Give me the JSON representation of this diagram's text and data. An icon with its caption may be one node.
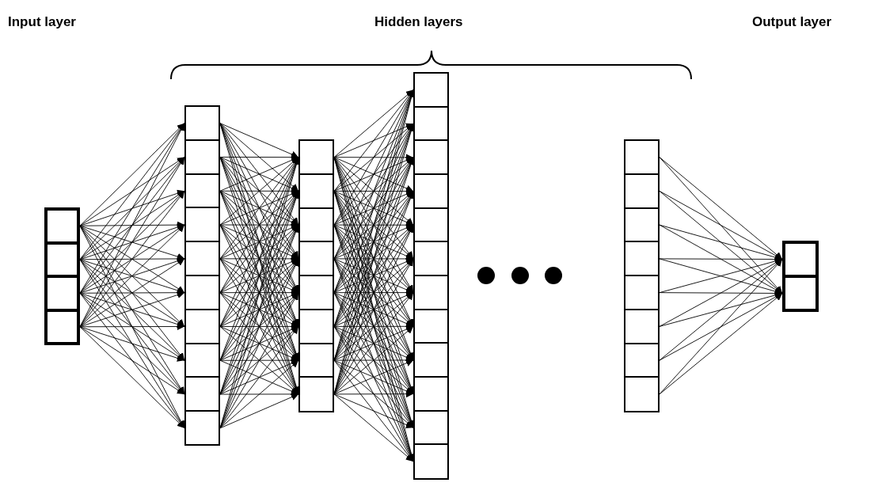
{
  "diagram": {
    "nodes": [
      {
        "text": [],
        "shape": "box"
      },
      {
        "text": [],
        "shape": "box"
      },
      {
        "text": [],
        "shape": "box"
      },
      {
        "text": [],
        "shape": "box"
      },
      {
        "text": [],
        "shape": "box"
      },
      {
        "text": [],
        "shape": "box"
      },
      {
        "text": [],
        "shape": "box"
      },
      {
        "text": [],
        "shape": "box"
      },
      {
        "text": [],
        "shape": "box"
      },
      {
        "text": [],
        "shape": "box"
      },
      {
        "text": [],
        "shape": "box"
      },
      {
        "text": [],
        "shape": "box"
      },
      {
        "text": [],
        "shape": "box"
      },
      {
        "text": [],
        "shape": "box"
      },
      {
        "text": [],
        "shape": "box"
      },
      {
        "text": [],
        "shape": "box"
      },
      {
        "text": [],
        "shape": "box"
      },
      {
        "text": [],
        "shape": "box"
      },
      {
        "text": [],
        "shape": "box"
      },
      {
        "text": [],
        "shape": "box"
      },
      {
        "text": [],
        "shape": "box"
      },
      {
        "text": [],
        "shape": "box"
      },
      {
        "text": [],
        "shape": "box"
      },
      {
        "text": [],
        "shape": "box"
      },
      {
        "text": [],
        "shape": "box"
      },
      {
        "text": [],
        "shape": "box"
      },
      {
        "text": [],
        "shape": "box"
      },
      {
        "text": [],
        "shape": "box"
      },
      {
        "text": [],
        "shape": "box"
      },
      {
        "text": [],
        "shape": "box"
      },
      {
        "text": [],
        "shape": "box"
      },
      {
        "text": [],
        "shape": "box"
      },
      {
        "text": [],
        "shape": "box"
      },
      {
        "text": [],
        "shape": "box"
      },
      {
        "text": [],
        "shape": "box"
      },
      {
        "text": [],
        "shape": "box"
      },
      {
        "text": [],
        "shape": "box"
      },
      {
        "text": [],
        "shape": "box"
      },
      {
        "text": [],
        "shape": "box"
      },
      {
        "text": [],
        "shape": "box"
      },
      {
        "text": [],
        "shape": "box"
      },
      {
        "text": [],
        "shape": "box"
      },
      {
        "text": [],
        "shape": "box"
      },
      {
        "text": [],
        "shape": "box"
      }
    ],
    "edges": [
      {
        "from": 0,
        "to": 4,
        "arrow": "to"
      },
      {
        "from": 0,
        "to": 5,
        "arrow": "to"
      },
      {
        "from": 0,
        "to": 6,
        "arrow": "to"
      },
      {
        "from": 0,
        "to": 7,
        "arrow": "to"
      },
      {
        "from": 0,
        "to": 8,
        "arrow": "to"
      },
      {
        "from": 0,
        "to": 9,
        "arrow": "to"
      },
      {
        "from": 0,
        "to": 10,
        "arrow": "to"
      },
      {
        "from": 0,
        "to": 11,
        "arrow": "to"
      },
      {
        "from": 0,
        "to": 12,
        "arrow": "to"
      },
      {
        "from": 0,
        "to": 13,
        "arrow": "to"
      },
      {
        "from": 1,
        "to": 4,
        "arrow": "to"
      },
      {
        "from": 1,
        "to": 5,
        "arrow": "to"
      },
      {
        "from": 1,
        "to": 6,
        "arrow": "to"
      },
      {
        "from": 1,
        "to": 7,
        "arrow": "to"
      },
      {
        "from": 1,
        "to": 8,
        "arrow": "to"
      },
      {
        "from": 1,
        "to": 9,
        "arrow": "to"
      },
      {
        "from": 1,
        "to": 10,
        "arrow": "to"
      },
      {
        "from": 1,
        "to": 11,
        "arrow": "to"
      },
      {
        "from": 1,
        "to": 12,
        "arrow": "to"
      },
      {
        "from": 1,
        "to": 13,
        "arrow": "to"
      },
      {
        "from": 2,
        "to": 4,
        "arrow": "to"
      },
      {
        "from": 2,
        "to": 5,
        "arrow": "to"
      },
      {
        "from": 2,
        "to": 6,
        "arrow": "to"
      },
      {
        "from": 2,
        "to": 7,
        "arrow": "to"
      },
      {
        "from": 2,
        "to": 8,
        "arrow": "to"
      },
      {
        "from": 2,
        "to": 9,
        "arrow": "to"
      },
      {
        "from": 2,
        "to": 10,
        "arrow": "to"
      },
      {
        "from": 2,
        "to": 11,
        "arrow": "to"
      },
      {
        "from": 2,
        "to": 12,
        "arrow": "to"
      },
      {
        "from": 2,
        "to": 13,
        "arrow": "to"
      },
      {
        "from": 3,
        "to": 4,
        "arrow": "to"
      },
      {
        "from": 3,
        "to": 5,
        "arrow": "to"
      },
      {
        "from": 3,
        "to": 6,
        "arrow": "to"
      },
      {
        "from": 3,
        "to": 7,
        "arrow": "to"
      },
      {
        "from": 3,
        "to": 8,
        "arrow": "to"
      },
      {
        "from": 3,
        "to": 9,
        "arrow": "to"
      },
      {
        "from": 3,
        "to": 10,
        "arrow": "to"
      },
      {
        "from": 3,
        "to": 11,
        "arrow": "to"
      },
      {
        "from": 3,
        "to": 12,
        "arrow": "to"
      },
      {
        "from": 3,
        "to": 13,
        "arrow": "to"
      },
      {
        "from": 4,
        "to": 14,
        "arrow": "to"
      },
      {
        "from": 4,
        "to": 15,
        "arrow": "to"
      },
      {
        "from": 4,
        "to": 16,
        "arrow": "to"
      },
      {
        "from": 4,
        "to": 17,
        "arrow": "to"
      },
      {
        "from": 4,
        "to": 18,
        "arrow": "to"
      },
      {
        "from": 4,
        "to": 19,
        "arrow": "to"
      },
      {
        "from": 4,
        "to": 20,
        "arrow": "to"
      },
      {
        "from": 4,
        "to": 21,
        "arrow": "to"
      },
      {
        "from": 5,
        "to": 14,
        "arrow": "to"
      },
      {
        "from": 5,
        "to": 15,
        "arrow": "to"
      },
      {
        "from": 5,
        "to": 16,
        "arrow": "to"
      },
      {
        "from": 5,
        "to": 17,
        "arrow": "to"
      },
      {
        "from": 5,
        "to": 18,
        "arrow": "to"
      },
      {
        "from": 5,
        "to": 19,
        "arrow": "to"
      },
      {
        "from": 5,
        "to": 20,
        "arrow": "to"
      },
      {
        "from": 5,
        "to": 21,
        "arrow": "to"
      },
      {
        "from": 6,
        "to": 14,
        "arrow": "to"
      },
      {
        "from": 6,
        "to": 15,
        "arrow": "to"
      },
      {
        "from": 6,
        "to": 16,
        "arrow": "to"
      },
      {
        "from": 6,
        "to": 17,
        "arrow": "to"
      },
      {
        "from": 6,
        "to": 18,
        "arrow": "to"
      },
      {
        "from": 6,
        "to": 19,
        "arrow": "to"
      },
      {
        "from": 6,
        "to": 20,
        "arrow": "to"
      },
      {
        "from": 6,
        "to": 21,
        "arrow": "to"
      },
      {
        "from": 7,
        "to": 14,
        "arrow": "to"
      },
      {
        "from": 7,
        "to": 15,
        "arrow": "to"
      },
      {
        "from": 7,
        "to": 16,
        "arrow": "to"
      },
      {
        "from": 7,
        "to": 17,
        "arrow": "to"
      },
      {
        "from": 7,
        "to": 18,
        "arrow": "to"
      },
      {
        "from": 7,
        "to": 19,
        "arrow": "to"
      },
      {
        "from": 7,
        "to": 20,
        "arrow": "to"
      },
      {
        "from": 7,
        "to": 21,
        "arrow": "to"
      },
      {
        "from": 8,
        "to": 14,
        "arrow": "to"
      },
      {
        "from": 8,
        "to": 15,
        "arrow": "to"
      },
      {
        "from": 8,
        "to": 16,
        "arrow": "to"
      },
      {
        "from": 8,
        "to": 17,
        "arrow": "to"
      },
      {
        "from": 8,
        "to": 18,
        "arrow": "to"
      },
      {
        "from": 8,
        "to": 19,
        "arrow": "to"
      },
      {
        "from": 8,
        "to": 20,
        "arrow": "to"
      },
      {
        "from": 8,
        "to": 21,
        "arrow": "to"
      },
      {
        "from": 9,
        "to": 14,
        "arrow": "to"
      },
      {
        "from": 9,
        "to": 15,
        "arrow": "to"
      },
      {
        "from": 9,
        "to": 16,
        "arrow": "to"
      },
      {
        "from": 9,
        "to": 17,
        "arrow": "to"
      },
      {
        "from": 9,
        "to": 18,
        "arrow": "to"
      },
      {
        "from": 9,
        "to": 19,
        "arrow": "to"
      },
      {
        "from": 9,
        "to": 20,
        "arrow": "to"
      },
      {
        "from": 9,
        "to": 21,
        "arrow": "to"
      },
      {
        "from": 10,
        "to": 14,
        "arrow": "to"
      },
      {
        "from": 10,
        "to": 15,
        "arrow": "to"
      },
      {
        "from": 10,
        "to": 16,
        "arrow": "to"
      },
      {
        "from": 10,
        "to": 17,
        "arrow": "to"
      },
      {
        "from": 10,
        "to": 18,
        "arrow": "to"
      },
      {
        "from": 10,
        "to": 19,
        "arrow": "to"
      },
      {
        "from": 10,
        "to": 20,
        "arrow": "to"
      },
      {
        "from": 10,
        "to": 21,
        "arrow": "to"
      },
      {
        "from": 11,
        "to": 14,
        "arrow": "to"
      },
      {
        "from": 11,
        "to": 15,
        "arrow": "to"
      },
      {
        "from": 11,
        "to": 16,
        "arrow": "to"
      },
      {
        "from": 11,
        "to": 17,
        "arrow": "to"
      },
      {
        "from": 11,
        "to": 18,
        "arrow": "to"
      },
      {
        "from": 11,
        "to": 19,
        "arrow": "to"
      },
      {
        "from": 11,
        "to": 20,
        "arrow": "to"
      },
      {
        "from": 11,
        "to": 21,
        "arrow": "to"
      },
      {
        "from": 12,
        "to": 14,
        "arrow": "to"
      },
      {
        "from": 12,
        "to": 15,
        "arrow": "to"
      },
      {
        "from": 12,
        "to": 16,
        "arrow": "to"
      },
      {
        "from": 12,
        "to": 17,
        "arrow": "to"
      },
      {
        "from": 12,
        "to": 18,
        "arrow": "to"
      },
      {
        "from": 12,
        "to": 19,
        "arrow": "to"
      },
      {
        "from": 12,
        "to": 20,
        "arrow": "to"
      },
      {
        "from": 12,
        "to": 21,
        "arrow": "to"
      },
      {
        "from": 13,
        "to": 14,
        "arrow": "to"
      },
      {
        "from": 13,
        "to": 15,
        "arrow": "to"
      },
      {
        "from": 13,
        "to": 16,
        "arrow": "to"
      },
      {
        "from": 13,
        "to": 17,
        "arrow": "to"
      },
      {
        "from": 13,
        "to": 18,
        "arrow": "to"
      },
      {
        "from": 13,
        "to": 19,
        "arrow": "to"
      },
      {
        "from": 13,
        "to": 20,
        "arrow": "to"
      },
      {
        "from": 13,
        "to": 21,
        "arrow": "to"
      },
      {
        "from": 14,
        "to": 22,
        "arrow": "to"
      },
      {
        "from": 14,
        "to": 23,
        "arrow": "to"
      },
      {
        "from": 14,
        "to": 24,
        "arrow": "to"
      },
      {
        "from": 14,
        "to": 25,
        "arrow": "to"
      },
      {
        "from": 14,
        "to": 26,
        "arrow": "to"
      },
      {
        "from": 14,
        "to": 27,
        "arrow": "to"
      },
      {
        "from": 14,
        "to": 28,
        "arrow": "to"
      },
      {
        "from": 14,
        "to": 29,
        "arrow": "to"
      },
      {
        "from": 14,
        "to": 30,
        "arrow": "to"
      },
      {
        "from": 14,
        "to": 31,
        "arrow": "to"
      },
      {
        "from": 14,
        "to": 32,
        "arrow": "to"
      },
      {
        "from": 14,
        "to": 33,
        "arrow": "to"
      },
      {
        "from": 15,
        "to": 22,
        "arrow": "to"
      },
      {
        "from": 15,
        "to": 23,
        "arrow": "to"
      },
      {
        "from": 15,
        "to": 24,
        "arrow": "to"
      },
      {
        "from": 15,
        "to": 25,
        "arrow": "to"
      },
      {
        "from": 15,
        "to": 26,
        "arrow": "to"
      },
      {
        "from": 15,
        "to": 27,
        "arrow": "to"
      },
      {
        "from": 15,
        "to": 28,
        "arrow": "to"
      },
      {
        "from": 15,
        "to": 29,
        "arrow": "to"
      },
      {
        "from": 15,
        "to": 30,
        "arrow": "to"
      },
      {
        "from": 15,
        "to": 31,
        "arrow": "to"
      },
      {
        "from": 15,
        "to": 32,
        "arrow": "to"
      },
      {
        "from": 15,
        "to": 33,
        "arrow": "to"
      },
      {
        "from": 16,
        "to": 22,
        "arrow": "to"
      },
      {
        "from": 16,
        "to": 23,
        "arrow": "to"
      },
      {
        "from": 16,
        "to": 24,
        "arrow": "to"
      },
      {
        "from": 16,
        "to": 25,
        "arrow": "to"
      },
      {
        "from": 16,
        "to": 26,
        "arrow": "to"
      },
      {
        "from": 16,
        "to": 27,
        "arrow": "to"
      },
      {
        "from": 16,
        "to": 28,
        "arrow": "to"
      },
      {
        "from": 16,
        "to": 29,
        "arrow": "to"
      },
      {
        "from": 16,
        "to": 30,
        "arrow": "to"
      },
      {
        "from": 16,
        "to": 31,
        "arrow": "to"
      },
      {
        "from": 16,
        "to": 32,
        "arrow": "to"
      },
      {
        "from": 16,
        "to": 33,
        "arrow": "to"
      },
      {
        "from": 17,
        "to": 22,
        "arrow": "to"
      },
      {
        "from": 17,
        "to": 23,
        "arrow": "to"
      },
      {
        "from": 17,
        "to": 24,
        "arrow": "to"
      },
      {
        "from": 17,
        "to": 25,
        "arrow": "to"
      },
      {
        "from": 17,
        "to": 26,
        "arrow": "to"
      },
      {
        "from": 17,
        "to": 27,
        "arrow": "to"
      },
      {
        "from": 17,
        "to": 28,
        "arrow": "to"
      },
      {
        "from": 17,
        "to": 29,
        "arrow": "to"
      },
      {
        "from": 17,
        "to": 30,
        "arrow": "to"
      },
      {
        "from": 17,
        "to": 31,
        "arrow": "to"
      },
      {
        "from": 17,
        "to": 32,
        "arrow": "to"
      },
      {
        "from": 17,
        "to": 33,
        "arrow": "to"
      },
      {
        "from": 18,
        "to": 22,
        "arrow": "to"
      },
      {
        "from": 18,
        "to": 23,
        "arrow": "to"
      },
      {
        "from": 18,
        "to": 24,
        "arrow": "to"
      },
      {
        "from": 18,
        "to": 25,
        "arrow": "to"
      },
      {
        "from": 18,
        "to": 26,
        "arrow": "to"
      },
      {
        "from": 18,
        "to": 27,
        "arrow": "to"
      },
      {
        "from": 18,
        "to": 28,
        "arrow": "to"
      },
      {
        "from": 18,
        "to": 29,
        "arrow": "to"
      },
      {
        "from": 18,
        "to": 30,
        "arrow": "to"
      },
      {
        "from": 18,
        "to": 31,
        "arrow": "to"
      },
      {
        "from": 18,
        "to": 32,
        "arrow": "to"
      },
      {
        "from": 18,
        "to": 33,
        "arrow": "to"
      },
      {
        "from": 19,
        "to": 22,
        "arrow": "to"
      },
      {
        "from": 19,
        "to": 23,
        "arrow": "to"
      },
      {
        "from": 19,
        "to": 24,
        "arrow": "to"
      },
      {
        "from": 19,
        "to": 25,
        "arrow": "to"
      },
      {
        "from": 19,
        "to": 26,
        "arrow": "to"
      },
      {
        "from": 19,
        "to": 27,
        "arrow": "to"
      },
      {
        "from": 19,
        "to": 28,
        "arrow": "to"
      },
      {
        "from": 19,
        "to": 29,
        "arrow": "to"
      },
      {
        "from": 19,
        "to": 30,
        "arrow": "to"
      },
      {
        "from": 19,
        "to": 31,
        "arrow": "to"
      },
      {
        "from": 19,
        "to": 32,
        "arrow": "to"
      },
      {
        "from": 19,
        "to": 33,
        "arrow": "to"
      },
      {
        "from": 20,
        "to": 22,
        "arrow": "to"
      },
      {
        "from": 20,
        "to": 23,
        "arrow": "to"
      },
      {
        "from": 20,
        "to": 24,
        "arrow": "to"
      },
      {
        "from": 20,
        "to": 25,
        "arrow": "to"
      },
      {
        "from": 20,
        "to": 26,
        "arrow": "to"
      },
      {
        "from": 20,
        "to": 27,
        "arrow": "to"
      },
      {
        "from": 20,
        "to": 28,
        "arrow": "to"
      },
      {
        "from": 20,
        "to": 29,
        "arrow": "to"
      },
      {
        "from": 20,
        "to": 30,
        "arrow": "to"
      },
      {
        "from": 20,
        "to": 31,
        "arrow": "to"
      },
      {
        "from": 20,
        "to": 32,
        "arrow": "to"
      },
      {
        "from": 20,
        "to": 33,
        "arrow": "to"
      },
      {
        "from": 21,
        "to": 22,
        "arrow": "to"
      },
      {
        "from": 21,
        "to": 23,
        "arrow": "to"
      },
      {
        "from": 21,
        "to": 24,
        "arrow": "to"
      },
      {
        "from": 21,
        "to": 25,
        "arrow": "to"
      },
      {
        "from": 21,
        "to": 26,
        "arrow": "to"
      },
      {
        "from": 21,
        "to": 27,
        "arrow": "to"
      },
      {
        "from": 21,
        "to": 28,
        "arrow": "to"
      },
      {
        "from": 21,
        "to": 29,
        "arrow": "to"
      },
      {
        "from": 21,
        "to": 30,
        "arrow": "to"
      },
      {
        "from": 21,
        "to": 31,
        "arrow": "to"
      },
      {
        "from": 21,
        "to": 32,
        "arrow": "to"
      },
      {
        "from": 21,
        "to": 33,
        "arrow": "to"
      },
      {
        "from": 34,
        "to": 42,
        "arrow": "to"
      },
      {
        "from": 34,
        "to": 43,
        "arrow": "to"
      },
      {
        "from": 35,
        "to": 42,
        "arrow": "to"
      },
      {
        "from": 35,
        "to": 43,
        "arrow": "to"
      },
      {
        "from": 36,
        "to": 42,
        "arrow": "to"
      },
      {
        "from": 36,
        "to": 43,
        "arrow": "to"
      },
      {
        "from": 37,
        "to": 42,
        "arrow": "to"
      },
      {
        "from": 37,
        "to": 43,
        "arrow": "to"
      },
      {
        "from": 38,
        "to": 42,
        "arrow": "to"
      },
      {
        "from": 38,
        "to": 43,
        "arrow": "to"
      },
      {
        "from": 39,
        "to": 42,
        "arrow": "to"
      },
      {
        "from": 39,
        "to": 43,
        "arrow": "to"
      },
      {
        "from": 40,
        "to": 42,
        "arrow": "to"
      },
      {
        "from": 40,
        "to": 43,
        "arrow": "to"
      },
      {
        "from": 41,
        "to": 42,
        "arrow": "to"
      },
      {
        "from": 41,
        "to": 43,
        "arrow": "to"
      }
    ],
    "labels": [
      "Input layer",
      "Hidden layers",
      "Output layer"
    ]
  }
}
